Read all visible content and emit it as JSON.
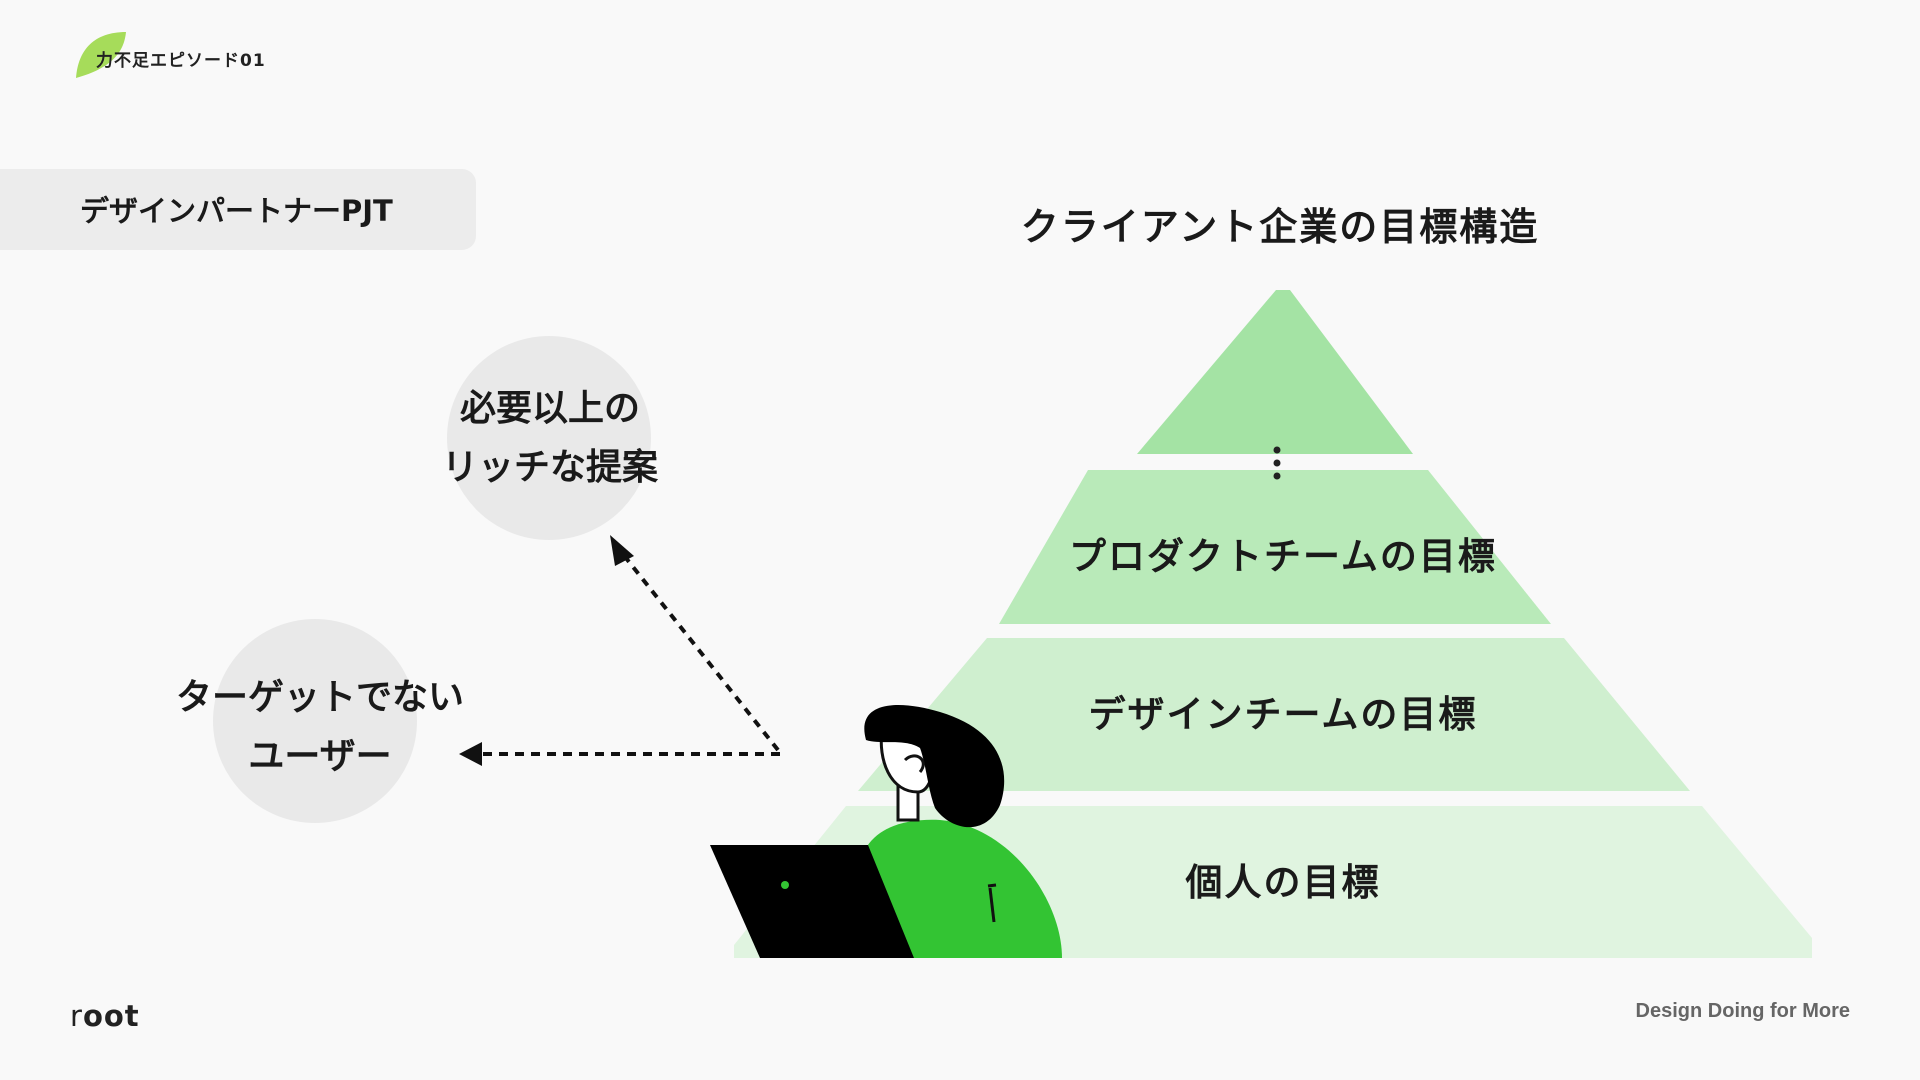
{
  "header": {
    "episode": "力不足エピソード01",
    "leaf_color": "#a6dc5a"
  },
  "tag": {
    "label": "デザインパートナーPJT"
  },
  "bubbles": {
    "proposal_line1": "必要以上の",
    "proposal_line2": "リッチな提案",
    "nontarget_line1": "ターゲットでない",
    "nontarget_line2": "ユーザー"
  },
  "pyramid": {
    "title": "クライアント企業の目標構造",
    "tiers": {
      "top": "",
      "product": "プロダクトチームの目標",
      "design": "デザインチームの目標",
      "individual": "個人の目標"
    },
    "colors": [
      "#a4e3a4",
      "#b9eab9",
      "#cfefcf",
      "#e0f4e0"
    ]
  },
  "illustration": {
    "shirt_color": "#33c433",
    "laptop_color": "#000000"
  },
  "footer": {
    "brand_r": "r",
    "brand_rest": "oot",
    "tagline": "Design Doing for More"
  }
}
